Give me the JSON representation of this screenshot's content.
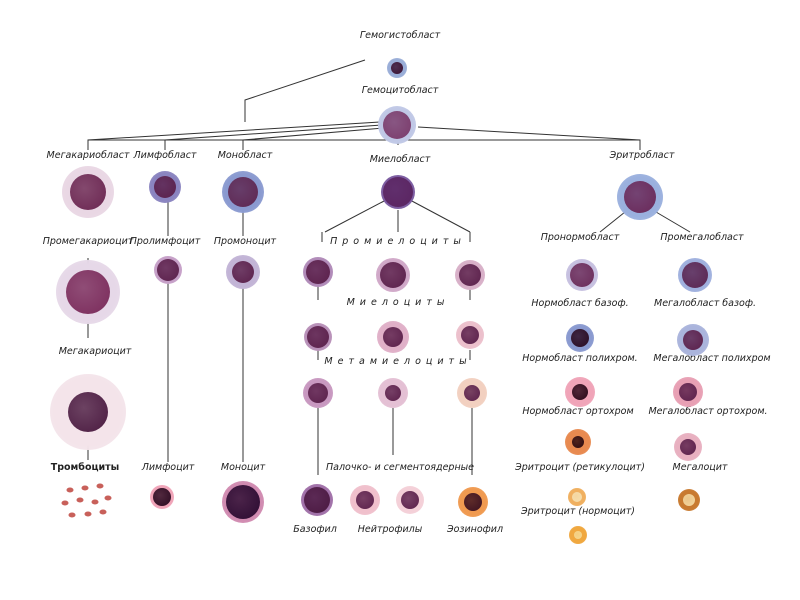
{
  "title_top": "Гемогистобласт",
  "stem": "Гемоцитобласт",
  "lineages": {
    "megakaryo": {
      "blast": "Мегакариобласт",
      "pro": "Промегакариоцит",
      "mature": "Мегакариоцит",
      "final": "Тромбоциты"
    },
    "lympho": {
      "blast": "Лимфобласт",
      "pro": "Пролимфоцит",
      "final": "Лимфоцит"
    },
    "mono": {
      "blast": "Монобласт",
      "pro": "Промоноцит",
      "final": "Моноцит"
    },
    "myelo": {
      "blast": "Миелобласт",
      "pro": "Промиелоциты",
      "myelocytes": "Миелоциты",
      "meta": "Метамиелоциты",
      "band_seg": "Палочко- и сегментоядерные",
      "basophil": "Базофил",
      "neutrophils": "Нейтрофилы",
      "eosinophil": "Эозинофил"
    },
    "erythro": {
      "blast": "Эритробласт",
      "pronormo": "Пронормобласт",
      "promegalo": "Промегалобласт",
      "normo_baso": "Нормобласт базоф.",
      "megalo_baso": "Мегалобласт базоф.",
      "normo_poly": "Нормобласт полихром.",
      "megalo_poly": "Мегалобласт полихром",
      "normo_ortho": "Нормобласт ортохром",
      "megalo_ortho": "Мегалобласт ортохром.",
      "reticulocyte": "Эритроцит (ретикулоцит)",
      "megalocyte": "Мегалоцит",
      "normocyte": "Эритроцит (нормоцит)"
    }
  },
  "colors": {
    "nucleus": "#5a1f4a",
    "cytoplasm_basophilic": "#8f9fd0",
    "cytoplasm_pink": "#f0c6cf",
    "erythrocyte": "#e8a060",
    "line": "#333333"
  }
}
